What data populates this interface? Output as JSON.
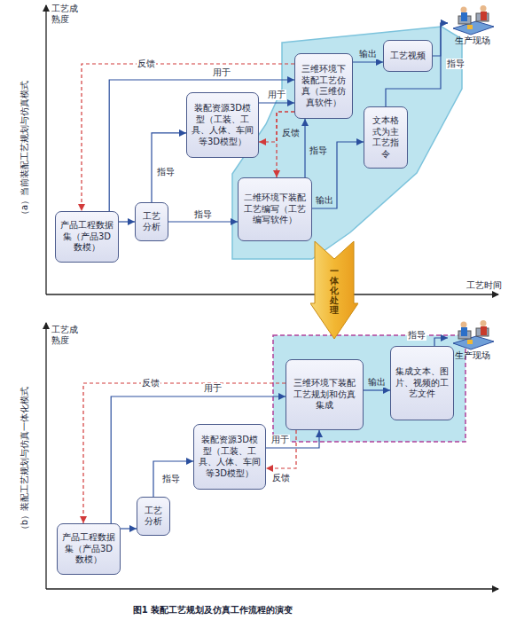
{
  "diagram": {
    "caption": "图1 装配工艺规划及仿真工作流程的演变",
    "nodes": [
      {
        "text": [
          "产品工程数据集（产品3D数模）"
        ]
      },
      {
        "text": [
          "工艺分析"
        ]
      },
      {
        "text": [
          "装配资源3D模型（工装、工具、人体、车间等3D模型）"
        ]
      },
      {
        "text": [
          "二维环境下装配工艺编写（工艺编写软件）"
        ]
      },
      {
        "text": [
          "三维环境下装配工艺仿真（三维仿真软件）"
        ]
      },
      {
        "text": [
          "工艺视频"
        ]
      },
      {
        "text": [
          "文本格式为主工艺指令"
        ]
      },
      {
        "text": [
          "生产现场"
        ]
      },
      {
        "text": [
          "一体化处理"
        ]
      },
      {
        "text": [
          "产品工程数据集（产品3D数模）"
        ]
      },
      {
        "text": [
          "工艺分析"
        ]
      },
      {
        "text": [
          "装配资源3D模型（工装、工具、人体、车间等3D模型）"
        ]
      },
      {
        "text": [
          "三维环境下装配工艺规划和仿真集成"
        ]
      },
      {
        "text": [
          "集成文本、图片、视频的工艺文件"
        ]
      },
      {
        "text": [
          "生产现场"
        ]
      }
    ],
    "edges": [
      {
        "from": 0,
        "to": 1,
        "arrow": "to"
      },
      {
        "from": 1,
        "to": 2,
        "label": "指导",
        "arrow": "to"
      },
      {
        "from": 1,
        "to": 3,
        "label": "指导",
        "arrow": "to"
      },
      {
        "from": 0,
        "to": 4,
        "label": "用于",
        "arrow": "to"
      },
      {
        "from": 4,
        "to": 0,
        "label": "反馈",
        "arrow": "to"
      },
      {
        "from": 2,
        "to": 4,
        "label": "用于",
        "arrow": "to"
      },
      {
        "from": 4,
        "to": 2,
        "label": "反馈",
        "arrow": "to"
      },
      {
        "from": 4,
        "to": 3,
        "arrow": "to"
      },
      {
        "from": 3,
        "to": 4,
        "label": "指导",
        "arrow": "to"
      },
      {
        "from": 4,
        "to": 5,
        "label": "输出",
        "arrow": "to"
      },
      {
        "from": 3,
        "to": 6,
        "label": "输出",
        "arrow": "to"
      },
      {
        "from": 5,
        "to": 7,
        "label": "指导",
        "arrow": "to"
      },
      {
        "from": 6,
        "to": 7,
        "arrow": "to"
      },
      {
        "from": 9,
        "to": 10,
        "arrow": "to"
      },
      {
        "from": 10,
        "to": 11,
        "label": "指导",
        "arrow": "to"
      },
      {
        "from": 9,
        "to": 12,
        "label": "用于",
        "arrow": "to"
      },
      {
        "from": 12,
        "to": 9,
        "label": "反馈",
        "arrow": "to"
      },
      {
        "from": 11,
        "to": 12,
        "label": "用于",
        "arrow": "to"
      },
      {
        "from": 12,
        "to": 11,
        "label": "反馈",
        "arrow": "to"
      },
      {
        "from": 12,
        "to": 13,
        "label": "输出",
        "arrow": "to"
      },
      {
        "from": 13,
        "to": 14,
        "label": "指导",
        "arrow": "to"
      }
    ],
    "labels": [
      "工艺成熟度",
      "工艺时间",
      "（a）当前装配工艺规划与仿真模式",
      "工艺成熟度",
      "（b）装配工艺规划与仿真一体化模式"
    ]
  }
}
